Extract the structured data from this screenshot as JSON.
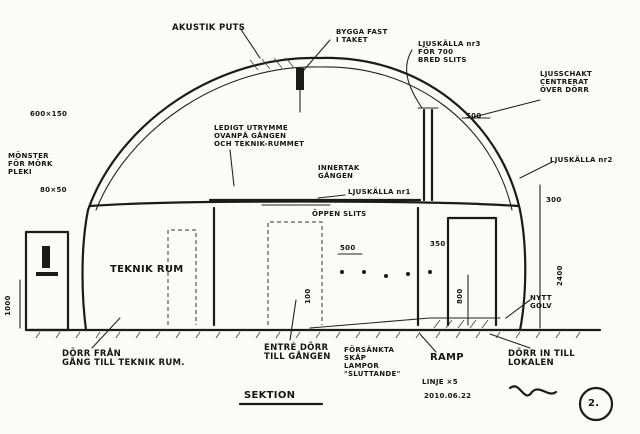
{
  "labels": {
    "akustik_puts": "AKUSTIK PUTS",
    "bygga_fast": "BYGGA FAST\nI TAKET",
    "ljuskalla_3": "LJUSKÄLLA nr3\nFÖR 700\nBRED SLITS",
    "ljusschakt": "LJUSSCHAKT\nCENTRERAT\nÖVER DÖRR",
    "ledigt": "LEDIGT UTRYMME\nOVANPÅ GÅNGEN\nOCH TEKNIK-RUMMET",
    "innertak": "INNERTAK\nGÅNGEN",
    "ljuskalla_1": "LJUSKÄLLA nr1",
    "oppen_slits": "ÖPPEN SLITS",
    "ljuskalla_2": "LJUSKÄLLA nr2",
    "teknikrum": "TEKNIK RUM",
    "monster": "MÖNSTER\nFÖR MÖRK\nPLEKI",
    "dim_600x150": "600×150",
    "dim_80x50": "80×50",
    "dim_1000": "1000",
    "dim_500_top": "500",
    "dim_300": "300",
    "dim_500_mid": "500",
    "dim_350": "350",
    "dim_2400": "2400",
    "dim_800": "800",
    "dim_100": "100",
    "nytt_golv": "NYTT\nGOLV",
    "dorr_fran": "DÖRR FRÅN\nGÅNG TILL TEKNIK RUM.",
    "entre": "ENTRÉ DÖRR\nTILL GÅNGEN",
    "forsankta": "FÖRSÄNKTA\nSKÅP\nLAMPOR\n\"SLUTTANDE\"",
    "linje": "LINJE ×5",
    "ramp": "RAMP",
    "dorr_in": "DÖRR IN TILL\nLOKALEN",
    "sektion": "SEKTION",
    "date": "2010.06.22",
    "sheet_number": "2."
  },
  "colors": {
    "ink": "#1b1b1b",
    "paper": "#fbfbf9"
  }
}
